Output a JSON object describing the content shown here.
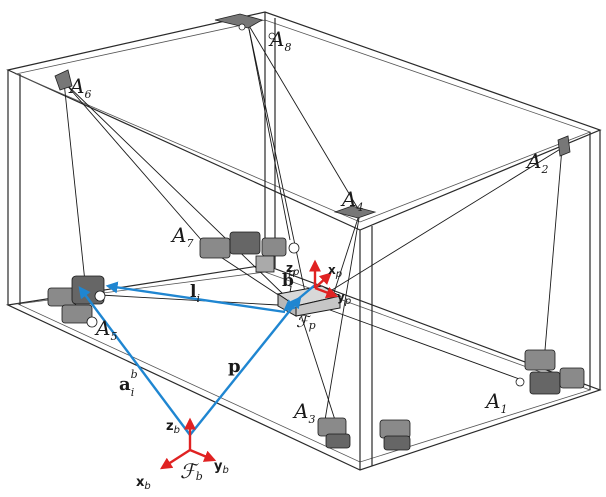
{
  "points": {
    "A1": {
      "base": "A",
      "sub": "1"
    },
    "A2": {
      "base": "A",
      "sub": "2"
    },
    "A3": {
      "base": "A",
      "sub": "3"
    },
    "A4": {
      "base": "A",
      "sub": "4"
    },
    "A5": {
      "base": "A",
      "sub": "5"
    },
    "A6": {
      "base": "A",
      "sub": "6"
    },
    "A7": {
      "base": "A",
      "sub": "7"
    },
    "A8": {
      "base": "A",
      "sub": "8"
    }
  },
  "vectors": {
    "l": {
      "base": "l",
      "sub": "i"
    },
    "b": {
      "base": "b",
      "sub": "i",
      "sup": "p"
    },
    "a": {
      "base": "a",
      "sub": "i",
      "sup": "b"
    },
    "p": {
      "base": "p"
    }
  },
  "frames": {
    "base": {
      "symbol": "ℱ",
      "sub": "b",
      "x": "x",
      "y": "y",
      "z": "z",
      "axis_sub": "b"
    },
    "platform": {
      "symbol": "ℱ",
      "sub": "p",
      "x": "x",
      "y": "y",
      "z": "z",
      "axis_sub": "p"
    }
  },
  "colors": {
    "vector": "#1f86d1",
    "axis": "#e02222",
    "frame": "#2a2a2a"
  }
}
